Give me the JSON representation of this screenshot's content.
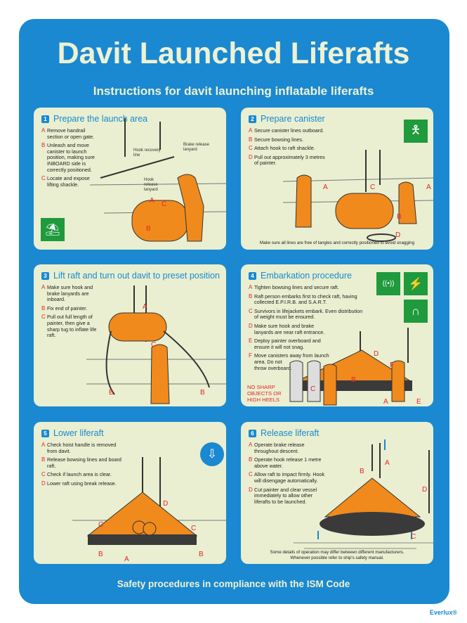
{
  "title": "Davit Launched Liferafts",
  "subtitle": "Instructions for davit launching inflatable liferafts",
  "footer": "Safety procedures in compliance with the ISM Code",
  "brand": "Everlux®",
  "colors": {
    "background": "#1a89d1",
    "panel": "#e9efd0",
    "accent_red": "#e8232c",
    "safety_green": "#1f9a3d",
    "raft_orange": "#f08a1c"
  },
  "panels": [
    {
      "number": "1",
      "title": "Prepare the launch area",
      "steps": [
        {
          "letter": "A",
          "text": "Remove handrail\nsection or open gate."
        },
        {
          "letter": "B",
          "text": "Unleash and move\ncanister to launch\nposition, making sure\nINBOARD side is\ncorrectly positioned."
        },
        {
          "letter": "C",
          "text": "Locate and expose\nlifting shackle."
        }
      ],
      "annotations": [
        "Hook recovery\nline",
        "Brake release\nlanyard",
        "Hook\nrelease\nlanyard"
      ],
      "labels": [
        "A",
        "C",
        "B"
      ],
      "icons": [
        "liferaft-davit-icon"
      ]
    },
    {
      "number": "2",
      "title": "Prepare canister",
      "steps": [
        {
          "letter": "A",
          "text": "Secure canister lines outboard."
        },
        {
          "letter": "B",
          "text": "Secure bowsing lines."
        },
        {
          "letter": "C",
          "text": "Attach hook to raft shackle."
        },
        {
          "letter": "D",
          "text": "Pull out approximately 3 metres\nof painter."
        }
      ],
      "labels": [
        "A",
        "C",
        "A",
        "B",
        "D"
      ],
      "note": "Make sure all lines are free of tangles and correctly positioned to avoid snagging",
      "icons": [
        "immersion-suit-icon"
      ]
    },
    {
      "number": "3",
      "title": "Lift raft and turn out davit to preset position",
      "steps": [
        {
          "letter": "A",
          "text": "Make sure hook and\nbrake lanyards are\ninboard."
        },
        {
          "letter": "B",
          "text": "Fix end of painter."
        },
        {
          "letter": "C",
          "text": "Pull out full length of\npainter, then give a\nsharp tug to inflate life\nraft."
        }
      ],
      "labels": [
        "A",
        "C",
        "B",
        "B"
      ]
    },
    {
      "number": "4",
      "title": "Embarkation procedure",
      "steps": [
        {
          "letter": "A",
          "text": "Tighten bowsing lines and secure raft."
        },
        {
          "letter": "B",
          "text": "Raft person embarks first to check raft, having\ncollected E.P.I.R.B. and S.A.R.T."
        },
        {
          "letter": "C",
          "text": "Survivors in lifejackets embark. Even distribution\nof weight must be ensured."
        },
        {
          "letter": "D",
          "text": "Make sure hook and brake\nlanyards are near raft entrance."
        },
        {
          "letter": "E",
          "text": "Deploy painter overboard and\nensure it will not snag."
        },
        {
          "letter": "F",
          "text": "Move canisters away from launch\narea. Do not\nthrow overboard."
        }
      ],
      "warning": "NO SHARP\nOBJECTS OR\nHIGH HEELS",
      "labels": [
        "D",
        "F",
        "B",
        "C",
        "A",
        "E"
      ],
      "icons": [
        "epirb-icon",
        "sart-icon",
        "lifejacket-icon"
      ]
    },
    {
      "number": "5",
      "title": "Lower liferaft",
      "steps": [
        {
          "letter": "A",
          "text": "Check hoist handle is removed\nfrom davit."
        },
        {
          "letter": "B",
          "text": "Release bowsing lines and board\nraft."
        },
        {
          "letter": "C",
          "text": "Check if launch area is clear."
        },
        {
          "letter": "D",
          "text": "Lower raft using break release."
        }
      ],
      "labels": [
        "C",
        "C",
        "D",
        "B",
        "B",
        "A"
      ],
      "icons": [
        "liferaft-lowering-icon"
      ]
    },
    {
      "number": "6",
      "title": "Release liferaft",
      "steps": [
        {
          "letter": "A",
          "text": "Operate brake release\nthroughout descent."
        },
        {
          "letter": "B",
          "text": "Operate hook release 1 metre\nabove water."
        },
        {
          "letter": "C",
          "text": "Allow raft to impact firmly. Hook\nwill disengage automatically."
        },
        {
          "letter": "D",
          "text": "Cut painter and clear vessel\nimmediately to allow other\nliferafts to be launched."
        }
      ],
      "labels": [
        "A",
        "B",
        "D",
        "C"
      ],
      "note": "Some details of operation may differ between different manufacturers.\nWhenever possible refer to ship's safety manual."
    }
  ]
}
